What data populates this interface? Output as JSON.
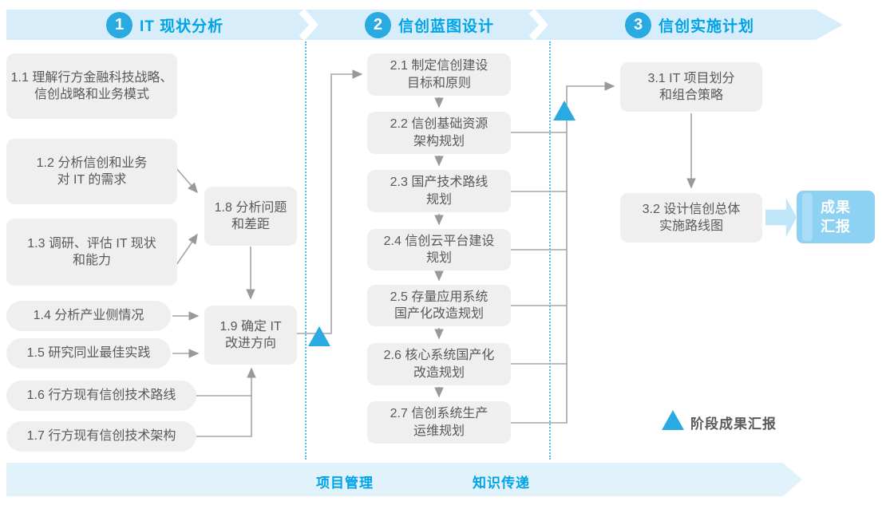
{
  "colors": {
    "accent_blue": "#29abe2",
    "title_blue": "#00a3e8",
    "top_band_blue": "#d7eefa",
    "footer_band_blue": "#e1f2fb",
    "box_gray": "#efeff0",
    "box_text_gray": "#59595b",
    "connector_gray": "#a3a5a8",
    "result_box_blue": "#8dd2f3",
    "fat_arrow_blue": "#bfe5f8"
  },
  "phases": [
    {
      "number": "1",
      "title": "IT 现状分析"
    },
    {
      "number": "2",
      "title": "信创蓝图设计"
    },
    {
      "number": "3",
      "title": "信创实施计划"
    }
  ],
  "steps": {
    "s1_1": "1.1 理解行方金融科技战略、\n信创战略和业务模式",
    "s1_2": "1.2 分析信创和业务\n对 IT 的需求",
    "s1_3": "1.3 调研、评估 IT 现状\n和能力",
    "s1_4": "1.4 分析产业侧情况",
    "s1_5": "1.5 研究同业最佳实践",
    "s1_6": "1.6 行方现有信创技术路线",
    "s1_7": "1.7 行方现有信创技术架构",
    "s1_8": "1.8 分析问题\n和差距",
    "s1_9": "1.9 确定 IT\n改进方向",
    "s2_1": "2.1 制定信创建设\n目标和原则",
    "s2_2": "2.2 信创基础资源\n架构规划",
    "s2_3": "2.3 国产技术路线\n规划",
    "s2_4": "2.4 信创云平台建设\n规划",
    "s2_5": "2.5 存量应用系统\n国产化改造规划",
    "s2_6": "2.6 核心系统国产化\n改造规划",
    "s2_7": "2.7 信创系统生产\n运维规划",
    "s3_1": "3.1 IT 项目划分\n和组合策略",
    "s3_2": "3.2 设计信创总体\n实施路线图"
  },
  "result_box": {
    "label": "成果\n汇报"
  },
  "legend": {
    "label": "阶段成果汇报"
  },
  "footer": {
    "items": [
      "项目管理",
      "知识传递"
    ]
  }
}
